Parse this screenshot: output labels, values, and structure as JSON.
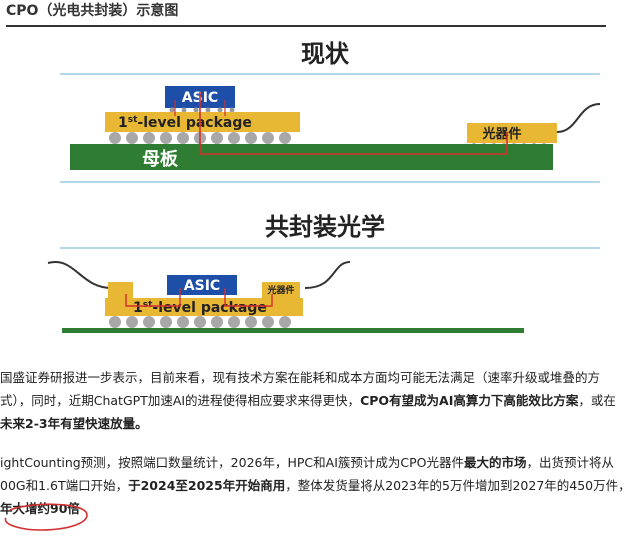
{
  "caption": "CPO（光电共封装）示意图",
  "diagram": {
    "current": {
      "title": "现状",
      "asic_label": "ASIC",
      "package_label_pre": "1",
      "package_label_sup": "st",
      "package_label_post": "-level package",
      "optic_label": "光器件",
      "board_label": "母板"
    },
    "cpo": {
      "title": "共封装光学",
      "asic_label": "ASIC",
      "package_label_pre": "1",
      "package_label_sup": "st",
      "package_label_post": "-level package",
      "optic_label": "光器件"
    },
    "colors": {
      "asic_blue": "#1d4fa8",
      "package_yellow": "#e8b733",
      "board_green": "#2e7d32",
      "wire_red": "#d32f2f",
      "balls_gray": "#a8a8a8",
      "line_blue": "#b4d6e8"
    }
  },
  "paragraph1": {
    "t1": "国盛证券研报进一步表示，目前来看，现有技术方案在能耗和成本方面均可能无法满足（速率升级或堆叠的方",
    "t2": "式），同时，近期ChatGPT加速AI的进程使得相应要求来得更快，",
    "b1": "CPO有望成为AI高算力下高能效比方案",
    "t3": "，或在",
    "b2": "未来2-3年有望快速放量。"
  },
  "paragraph2": {
    "t1": "ightCounting预测，按照端口数量统计，2026年，HPC和AI簇预计成为CPO光器件",
    "b1": "最大的市场",
    "t2": "，出货预计将从",
    "t3": "00G和1.6T端口开始，",
    "b2": "于2024至2025年开始商用",
    "t4": "，整体发货量将从2023年的5万件增加到2027年的450万件，",
    "b3": "年大增约90倍"
  }
}
